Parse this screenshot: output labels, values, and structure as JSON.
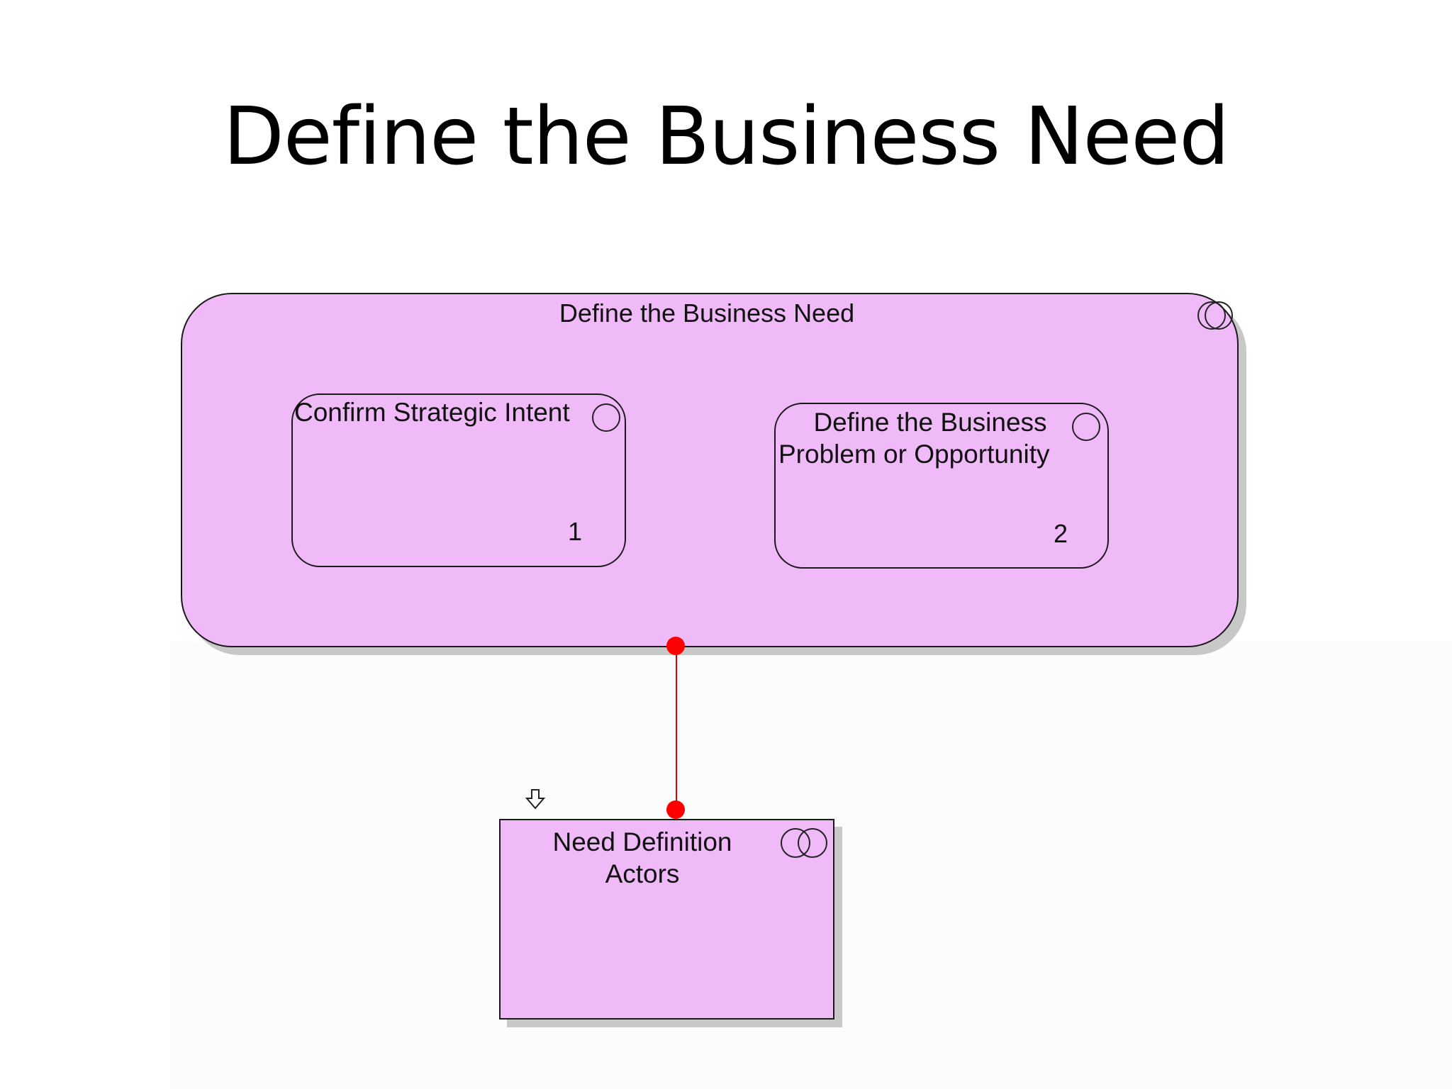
{
  "slide": {
    "title": "Define the Business Need"
  },
  "process": {
    "title": "Define the Business Need",
    "steps": [
      {
        "label": "Confirm Strategic Intent",
        "number": "1"
      },
      {
        "label_line1": "Define the Business",
        "label_line2": "Problem or Opportunity",
        "number": "2"
      }
    ]
  },
  "actors": {
    "label_line1": "Need Definition",
    "label_line2": "Actors"
  },
  "colors": {
    "fill": "#f0baf8",
    "connector": "#e00000",
    "shadow": "#c8c8c8"
  }
}
